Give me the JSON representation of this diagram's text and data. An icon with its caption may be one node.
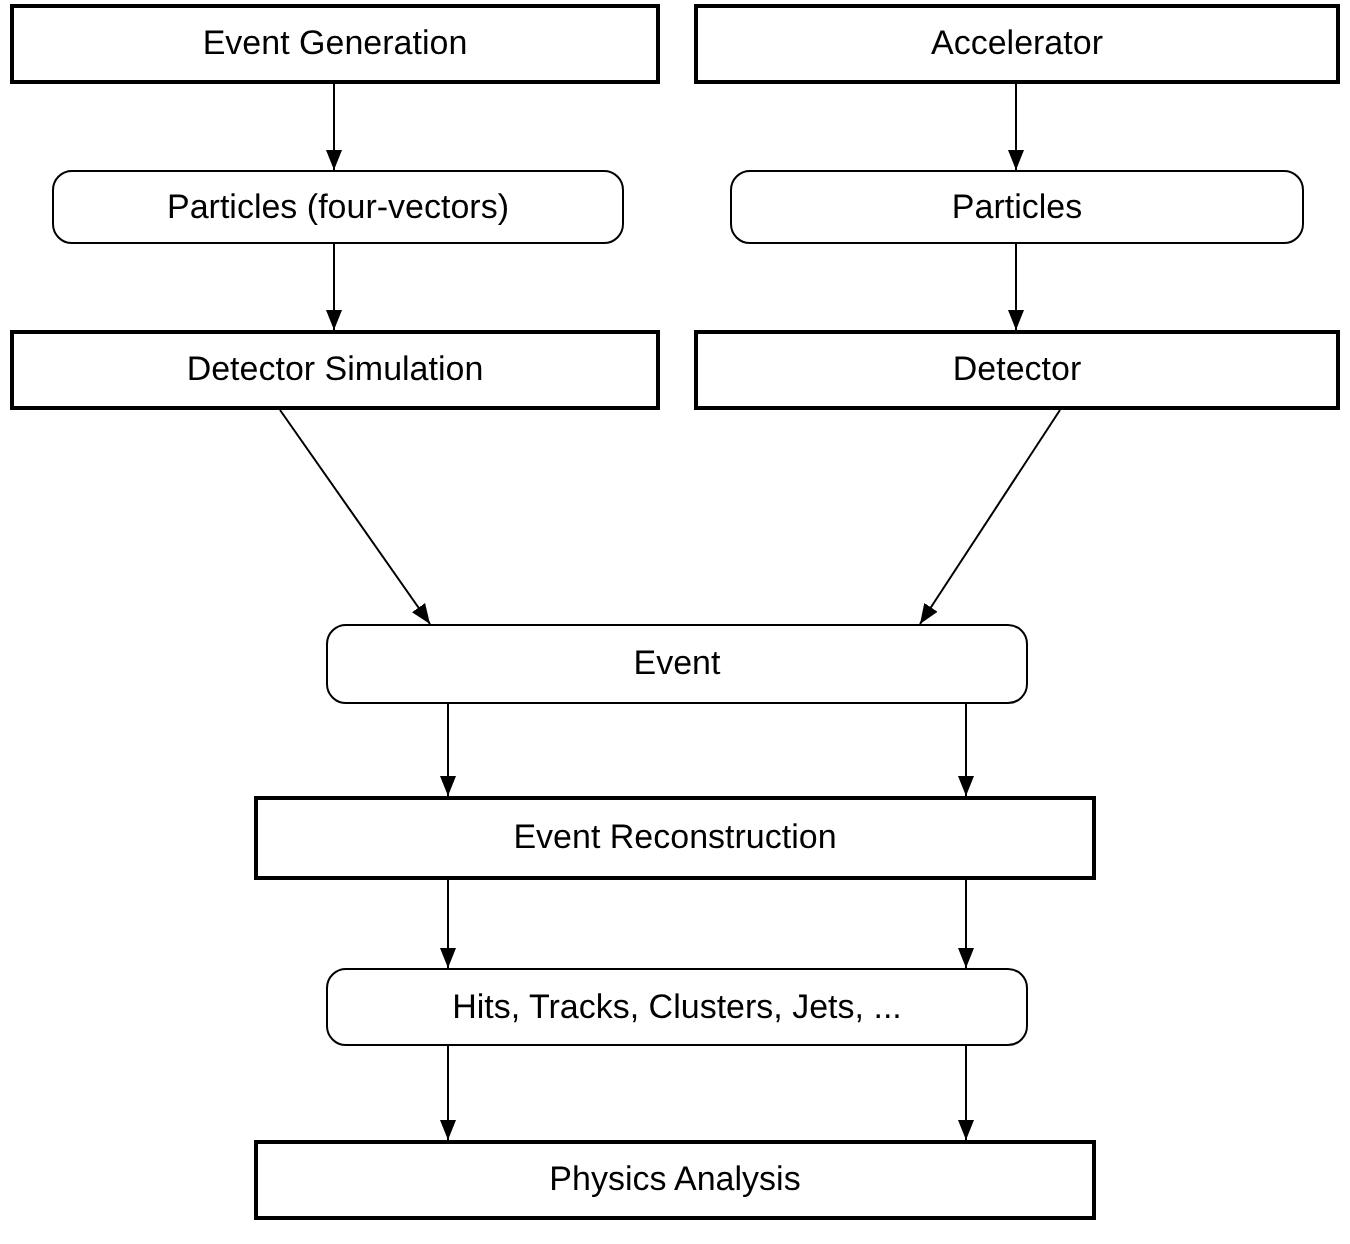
{
  "diagram": {
    "nodes": [
      {
        "text": [
          "Event Generation"
        ]
      },
      {
        "text": [
          "Accelerator"
        ]
      },
      {
        "text": [
          "Particles (four-vectors)"
        ]
      },
      {
        "text": [
          "Particles"
        ]
      },
      {
        "text": [
          "Detector Simulation"
        ]
      },
      {
        "text": [
          "Detector"
        ]
      },
      {
        "text": [
          "Event"
        ]
      },
      {
        "text": [
          "Event Reconstruction"
        ]
      },
      {
        "text": [
          "Hits, Tracks, Clusters, Jets, ..."
        ]
      },
      {
        "text": [
          "Physics Analysis"
        ]
      }
    ],
    "edges": [
      {
        "from": 0,
        "to": 2,
        "arrow": "to"
      },
      {
        "from": 1,
        "to": 3,
        "arrow": "to"
      },
      {
        "from": 2,
        "to": 4,
        "arrow": "to"
      },
      {
        "from": 3,
        "to": 5,
        "arrow": "to"
      },
      {
        "from": 4,
        "to": 6,
        "arrow": "to"
      },
      {
        "from": 5,
        "to": 6,
        "arrow": "to"
      },
      {
        "from": 6,
        "to": 7,
        "arrow": "to"
      },
      {
        "from": 6,
        "to": 7,
        "arrow": "to"
      },
      {
        "from": 7,
        "to": 8,
        "arrow": "to"
      },
      {
        "from": 7,
        "to": 8,
        "arrow": "to"
      },
      {
        "from": 8,
        "to": 9,
        "arrow": "to"
      },
      {
        "from": 8,
        "to": 9,
        "arrow": "to"
      }
    ]
  }
}
